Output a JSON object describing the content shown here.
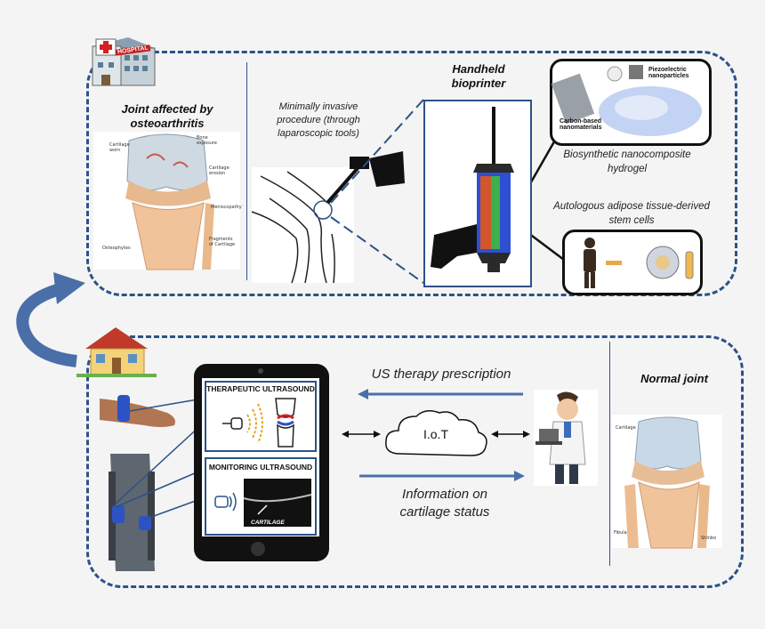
{
  "top_panel": {
    "hospital_label": "HOSPITAL",
    "joint_title": "Joint affected by osteoarthritis",
    "joint_labels": [
      "Cartilage worn",
      "Bone exposure",
      "Cartilage erosion",
      "Meniscopathy",
      "Osteophytes",
      "Fragments of Cartilage"
    ],
    "procedure_text": "Minimally invasive procedure (through laparoscopic tools)",
    "bioprinter_title": "Handheld bioprinter",
    "piezo_label": "Piezoelectric nanoparticles",
    "carbon_label": "Carbon-based nanomaterials",
    "hydrogel_text": "Biosynthetic nanocomposite hydrogel",
    "stem_cells_text": "Autologous adipose tissue-derived stem cells"
  },
  "bottom_panel": {
    "therapeutic_title": "THERAPEUTIC ULTRASOUND",
    "monitoring_title": "MONITORING ULTRASOUND",
    "cartilage_label": "CARTILAGE",
    "prescription_text": "US therapy prescription",
    "iot_label": "I.o.T",
    "info_text": "Information on cartilage status",
    "normal_joint_title": "Normal joint",
    "normal_labels": [
      "Cartilage",
      "Fibula",
      "Shinbo"
    ]
  },
  "colors": {
    "panel_border": "#2c5288",
    "arrow": "#4a6fa8"
  }
}
